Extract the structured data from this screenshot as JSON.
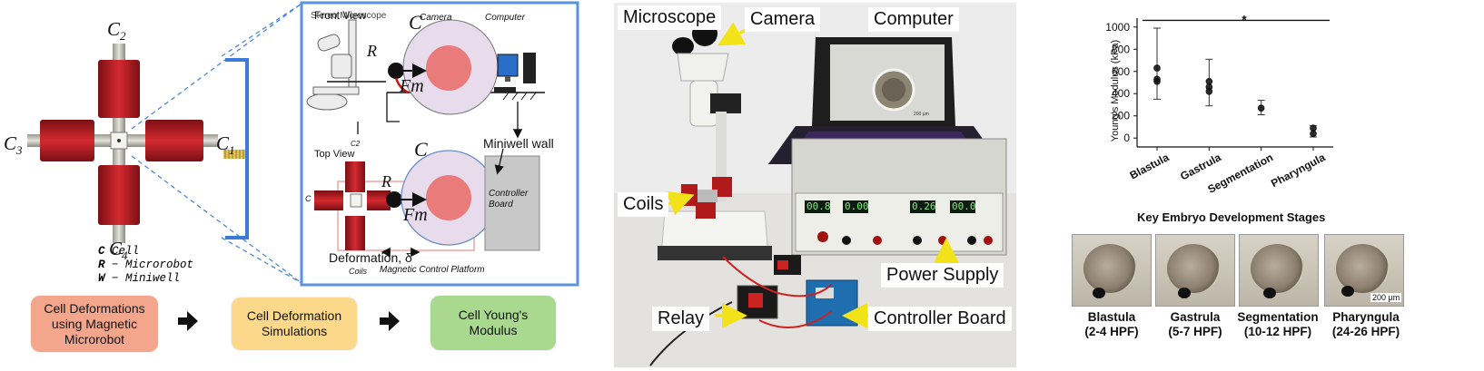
{
  "left_panel": {
    "coil_labels": {
      "c1": "C1",
      "c2": "C2",
      "c3": "C3",
      "c4": "C4"
    },
    "legend": [
      {
        "symbol": "C",
        "text": "Cell"
      },
      {
        "symbol": "R",
        "text": "− Microrobot"
      },
      {
        "symbol": "W",
        "text": "− Miniwell"
      }
    ],
    "inset": {
      "front_view": "Front View",
      "stereo_microscope": "Stereo Microscope",
      "camera": "Camera",
      "computer": "Computer",
      "cell_symbol": "C",
      "robot_symbol": "R",
      "force_symbol": "Fm",
      "top_view": "Top View",
      "c2_small": "C2",
      "c_small": "C",
      "miniwell_wall": "Miniwell wall",
      "controller_board": "Controller Board",
      "deformation": "Deformation, δ",
      "coils": "Coils",
      "platform": "Magnetic Control Platform"
    },
    "flow": [
      {
        "label": "Cell Deformations using Magnetic Microrobot",
        "color": "#f4a68c"
      },
      {
        "label": "Cell Deformation Simulations",
        "color": "#fcd88a"
      },
      {
        "label": "Cell Young's Modulus",
        "color": "#a9d98e"
      }
    ]
  },
  "photo": {
    "labels": {
      "microscope": "Microscope",
      "camera": "Camera",
      "computer": "Computer",
      "coils": "Coils",
      "power_supply": "Power Supply",
      "relay": "Relay",
      "controller_board": "Controller Board"
    },
    "psu_readouts": [
      "00.8",
      "0.00",
      "0.26",
      "00.0"
    ],
    "screen_scale": "200 µm"
  },
  "chart_data": {
    "type": "scatter",
    "title": "",
    "ylabel": "Young's Modulus (kPa)",
    "xlabel": "Key Embryo Development Stages",
    "categories": [
      "Blastula",
      "Gastrula",
      "Segmentation",
      "Pharyngula"
    ],
    "y_ticks": [
      "0",
      "200",
      "400",
      "600",
      "800",
      "1000"
    ],
    "ylim": [
      -80,
      1080
    ],
    "points": [
      {
        "category": "Blastula",
        "values": [
          630,
          530,
          510
        ]
      },
      {
        "category": "Gastrula",
        "values": [
          510,
          460,
          420
        ]
      },
      {
        "category": "Segmentation",
        "values": [
          270
        ]
      },
      {
        "category": "Pharyngula",
        "values": [
          90,
          40
        ]
      }
    ],
    "error_bars": [
      {
        "category": "Blastula",
        "low": 350,
        "high": 990
      },
      {
        "category": "Gastrula",
        "low": 290,
        "high": 710
      },
      {
        "category": "Segmentation",
        "low": 210,
        "high": 340
      },
      {
        "category": "Pharyngula",
        "low": 10,
        "high": 110
      }
    ],
    "significance": "*"
  },
  "stages": [
    {
      "name": "Blastula",
      "hpf": "(2-4 HPF)"
    },
    {
      "name": "Gastrula",
      "hpf": "(5-7 HPF)"
    },
    {
      "name": "Segmentation",
      "hpf": "(10-12 HPF)"
    },
    {
      "name": "Pharyngula",
      "hpf": "(24-26 HPF)"
    }
  ],
  "scale_bar": "200 µm"
}
